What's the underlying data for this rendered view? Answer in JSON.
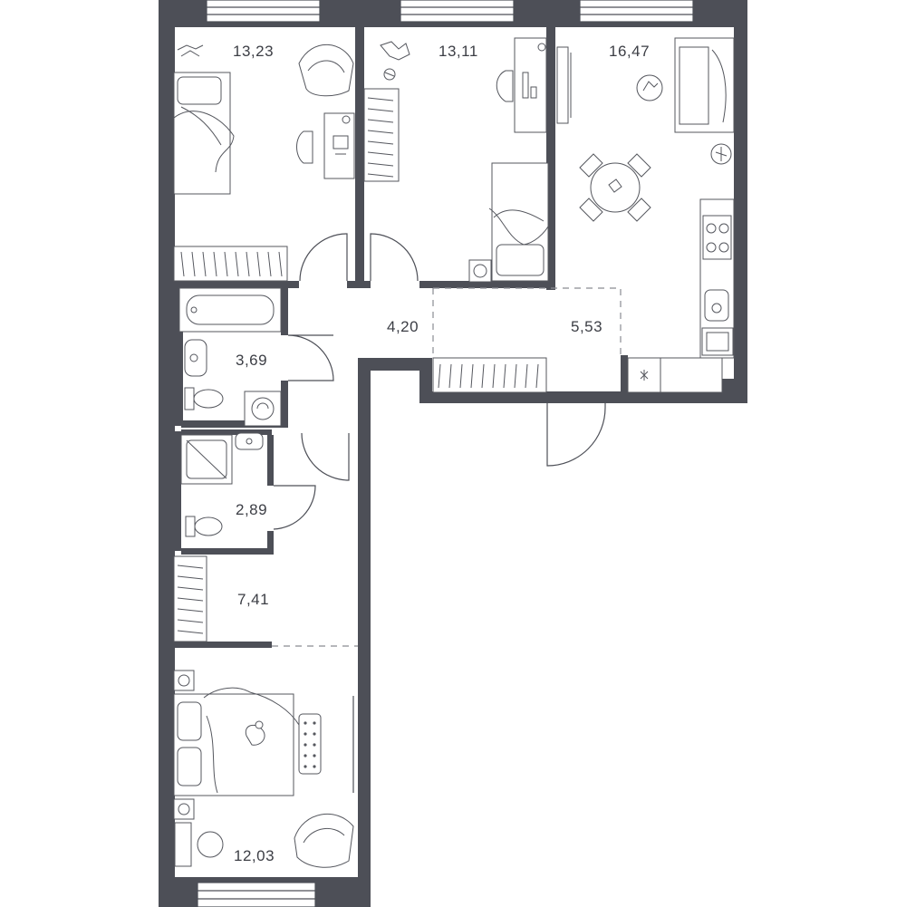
{
  "rooms": [
    {
      "id": "bedroom-top-left",
      "area": "13,23"
    },
    {
      "id": "bedroom-top-middle",
      "area": "13,11"
    },
    {
      "id": "living-kitchen",
      "area": "16,47"
    },
    {
      "id": "hall",
      "area": "4,20"
    },
    {
      "id": "corridor",
      "area": "5,53"
    },
    {
      "id": "bathroom",
      "area": "3,69"
    },
    {
      "id": "shower-room",
      "area": "2,89"
    },
    {
      "id": "wardrobe",
      "area": "7,41"
    },
    {
      "id": "bedroom-bottom",
      "area": "12,03"
    }
  ],
  "colors": {
    "wall": "#4d4f57",
    "line": "#55575e",
    "background": "#ffffff"
  },
  "icons": [
    "bed-icon",
    "armchair-icon",
    "desk-icon",
    "chair-icon",
    "wardrobe-icon",
    "bathtub-icon",
    "sink-icon",
    "toilet-icon",
    "washing-machine-icon",
    "shower-tray-icon",
    "sofa-icon",
    "dining-table-icon",
    "stove-icon",
    "kitchen-sink-icon",
    "plant-icon",
    "cat-icon",
    "toy-icon"
  ]
}
